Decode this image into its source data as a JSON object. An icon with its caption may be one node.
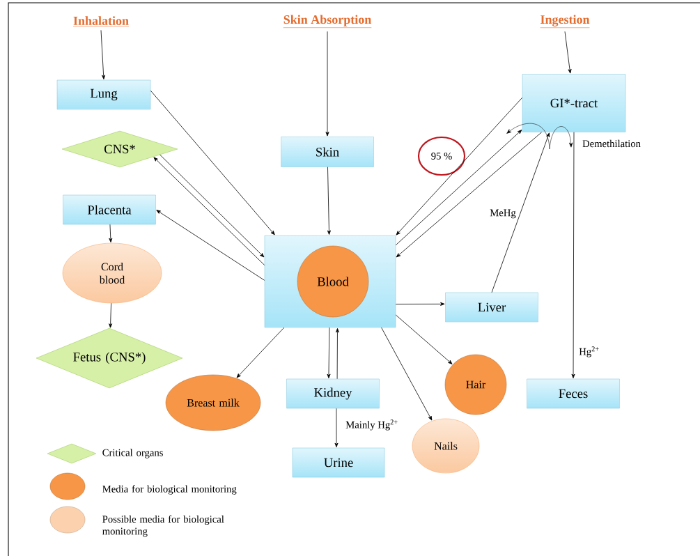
{
  "diagram": {
    "nodes": [
      {
        "text": [
          "Inhalation"
        ]
      },
      {
        "text": [
          "Skin Absorption"
        ]
      },
      {
        "text": [
          "Ingestion"
        ]
      },
      {
        "text": [
          "Lung"
        ]
      },
      {
        "text": [
          "CNS*"
        ]
      },
      {
        "text": [
          "Skin"
        ]
      },
      {
        "text": [
          "GI*-tract"
        ]
      },
      {
        "text": [
          "Placenta"
        ]
      },
      {
        "text": [],
        "shape": "box"
      },
      {
        "text": [
          "Blood"
        ],
        "in": 8
      },
      {
        "text": [
          "Cord blood"
        ]
      },
      {
        "text": [
          "95 %"
        ]
      },
      {
        "text": [
          "Liver"
        ]
      },
      {
        "text": [
          "Fetus (CNS*)"
        ]
      },
      {
        "text": [
          "Breast milk"
        ]
      },
      {
        "text": [
          "Kidney"
        ]
      },
      {
        "text": [
          "Hair"
        ]
      },
      {
        "text": [
          "Feces"
        ]
      },
      {
        "text": [
          "Nails"
        ]
      },
      {
        "text": [
          "Urine"
        ]
      }
    ],
    "edges": [
      {
        "from": 0,
        "to": 3,
        "arrow": "to"
      },
      {
        "from": 1,
        "to": 5,
        "arrow": "to"
      },
      {
        "from": 2,
        "to": 6,
        "arrow": "to"
      },
      {
        "from": 3,
        "to": 8,
        "arrow": "to"
      },
      {
        "from": 4,
        "to": 8,
        "arrow": "to"
      },
      {
        "from": 8,
        "to": 4,
        "arrow": "to"
      },
      {
        "from": 5,
        "to": 8,
        "arrow": "to"
      },
      {
        "from": 6,
        "to": 8,
        "arrow": "to"
      },
      {
        "from": 8,
        "to": 6,
        "arrow": "to"
      },
      {
        "from": 6,
        "to": 8,
        "arrow": "to"
      },
      {
        "from": 8,
        "to": 7,
        "arrow": "to"
      },
      {
        "from": 7,
        "to": 10,
        "arrow": "to"
      },
      {
        "from": 10,
        "to": 13,
        "arrow": "to"
      },
      {
        "from": 12,
        "to": 6,
        "arrow": "to",
        "label": "MeHg"
      },
      {
        "from": 6,
        "to": 17,
        "arrow": "to",
        "label": "Hg$^{2+}$"
      },
      {
        "from": 8,
        "to": 12,
        "arrow": "to"
      },
      {
        "from": 8,
        "to": 14,
        "arrow": "to"
      },
      {
        "from": 8,
        "to": 15,
        "arrow": "to"
      },
      {
        "from": 15,
        "to": 8,
        "arrow": "to"
      },
      {
        "from": 15,
        "to": 19,
        "arrow": "to",
        "label": "Mainly Hg$^{2+}$"
      },
      {
        "from": 8,
        "to": 16,
        "arrow": "to"
      },
      {
        "from": 8,
        "to": 18,
        "arrow": "to"
      }
    ],
    "labels": [
      "Demethilation"
    ],
    "legend": [
      {
        "text": "Critical organs",
        "color": "#d7f0a8"
      },
      {
        "text": "Media for biological monitoring",
        "color": "#f79646"
      },
      {
        "text": "Possible media for biological monitoring",
        "color": "#fcd2ae"
      }
    ]
  }
}
